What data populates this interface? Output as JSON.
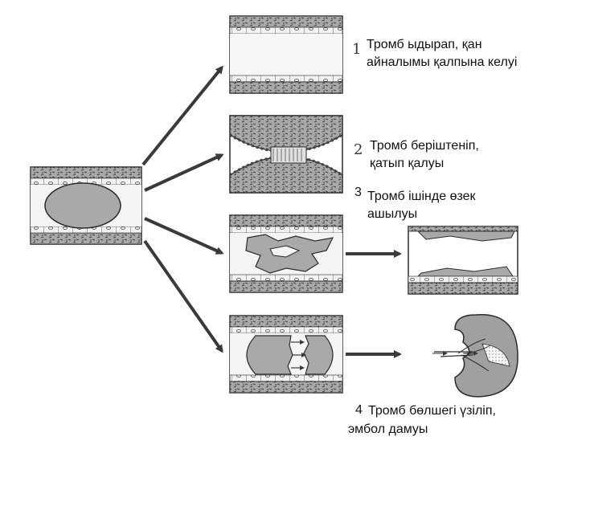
{
  "outcomes": [
    {
      "number": "1",
      "line1": "Тромб ыдырап, қан",
      "line2": "айналымы қалпына келуі"
    },
    {
      "number": "2",
      "line1": "Тромб беріштеніп,",
      "line2": "қатып қалуы"
    },
    {
      "number": "3",
      "line1": "Тромб ішінде өзек",
      "line2": "ашылуы"
    },
    {
      "number": "4",
      "line1": "Тромб бөлшегі үзіліп,",
      "line2": "эмбол дамуы"
    }
  ],
  "colors": {
    "line": "#2b2b2b",
    "wall": "#6d6d6d",
    "wall_light": "#bdbdbd",
    "lumen": "#f4f4f4",
    "thrombus": "#a9a9a9",
    "arrow": "#3a3a3a"
  }
}
